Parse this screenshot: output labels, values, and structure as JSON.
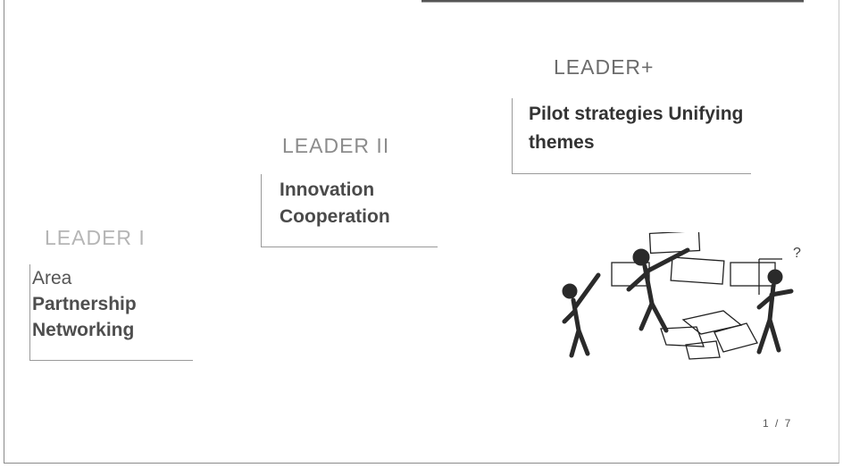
{
  "phases": [
    {
      "heading": "LEADER I",
      "lines": [
        "Area",
        "Partnership",
        "Networking"
      ]
    },
    {
      "heading": "LEADER II",
      "lines": [
        "Innovation",
        "Cooperation"
      ]
    },
    {
      "heading": "LEADER+",
      "lines": [
        "Pilot strategies Unifying",
        "themes"
      ]
    }
  ],
  "illustration": {
    "question_mark": "?"
  },
  "footer": {
    "page_number": "1 / 7"
  }
}
